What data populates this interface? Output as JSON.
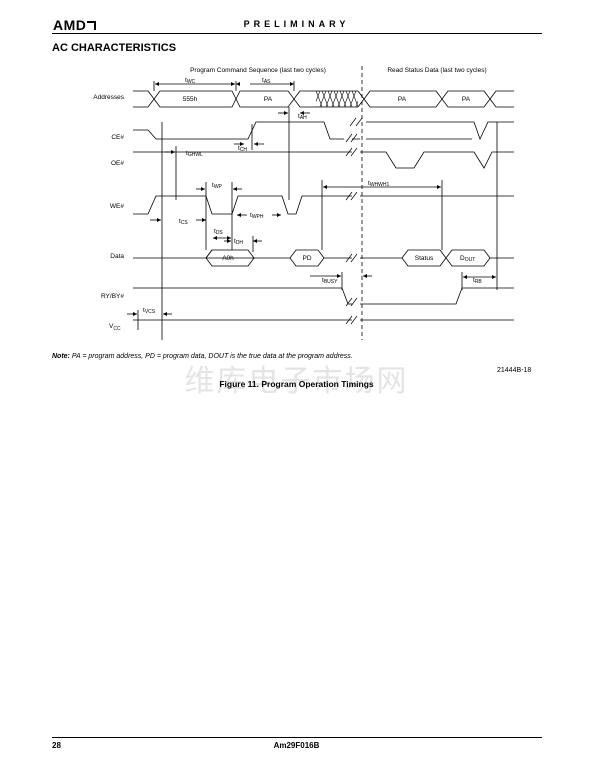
{
  "header": {
    "logo": "AMD",
    "status": "PRELIMINARY"
  },
  "section_title": "AC CHARACTERISTICS",
  "diagram": {
    "sequence_label": "Program Command Sequence (last two cycles)",
    "status_label": "Read Status Data (last two cycles)",
    "signals": [
      "Addresses",
      "CE#",
      "OE#",
      "WE#",
      "Data",
      "RY/BY#",
      "VCC"
    ],
    "bus_values": {
      "addr1": "555h",
      "addr2": "PA",
      "addr3": "PA",
      "addr4": "PA",
      "data1": "A0h",
      "data2": "PD",
      "data3": "Status",
      "data4": "DOUT"
    },
    "timing_params": [
      "tWC",
      "tAS",
      "tAH",
      "tCH",
      "tGHWL",
      "tWP",
      "tWPH",
      "tCS",
      "tDS",
      "tDH",
      "tWHWH1",
      "tBUSY",
      "tRB",
      "tVCS"
    ]
  },
  "note": {
    "label": "Note:",
    "text": "PA = program address, PD = program data, DOUT is the true data at the program address."
  },
  "figure_code": "21444B-18",
  "figure_caption": "Figure 11.   Program Operation Timings",
  "watermark": "维库电子市场网",
  "footer": {
    "page": "28",
    "part": "Am29F016B"
  }
}
